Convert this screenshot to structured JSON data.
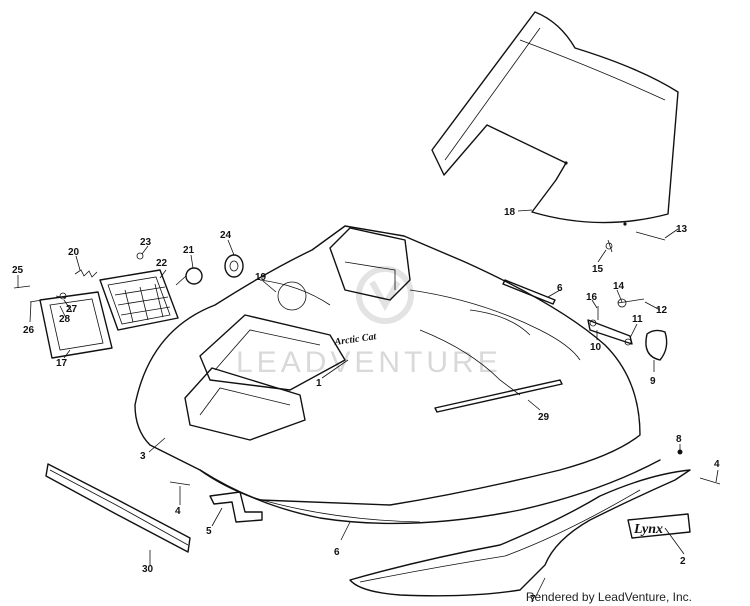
{
  "watermark": "LEADVENTURE",
  "credit": "Rendered by LeadVenture, Inc.",
  "hood_text": "Arctic Cat",
  "badge_text": "Lynx",
  "callouts": [
    {
      "id": "c1",
      "label": "1"
    },
    {
      "id": "c2",
      "label": "2"
    },
    {
      "id": "c3",
      "label": "3"
    },
    {
      "id": "c4a",
      "label": "4"
    },
    {
      "id": "c4b",
      "label": "4"
    },
    {
      "id": "c5",
      "label": "5"
    },
    {
      "id": "c6a",
      "label": "6"
    },
    {
      "id": "c6b",
      "label": "6"
    },
    {
      "id": "c7",
      "label": "7"
    },
    {
      "id": "c8",
      "label": "8"
    },
    {
      "id": "c9",
      "label": "9"
    },
    {
      "id": "c10",
      "label": "10"
    },
    {
      "id": "c11",
      "label": "11"
    },
    {
      "id": "c12",
      "label": "12"
    },
    {
      "id": "c13",
      "label": "13"
    },
    {
      "id": "c14",
      "label": "14"
    },
    {
      "id": "c15",
      "label": "15"
    },
    {
      "id": "c16",
      "label": "16"
    },
    {
      "id": "c17",
      "label": "17"
    },
    {
      "id": "c18",
      "label": "18"
    },
    {
      "id": "c19",
      "label": "19"
    },
    {
      "id": "c20",
      "label": "20"
    },
    {
      "id": "c21",
      "label": "21"
    },
    {
      "id": "c22",
      "label": "22"
    },
    {
      "id": "c23",
      "label": "23"
    },
    {
      "id": "c24",
      "label": "24"
    },
    {
      "id": "c25",
      "label": "25"
    },
    {
      "id": "c26",
      "label": "26"
    },
    {
      "id": "c27",
      "label": "27"
    },
    {
      "id": "c28",
      "label": "28"
    },
    {
      "id": "c29",
      "label": "29"
    },
    {
      "id": "c30",
      "label": "30"
    }
  ]
}
